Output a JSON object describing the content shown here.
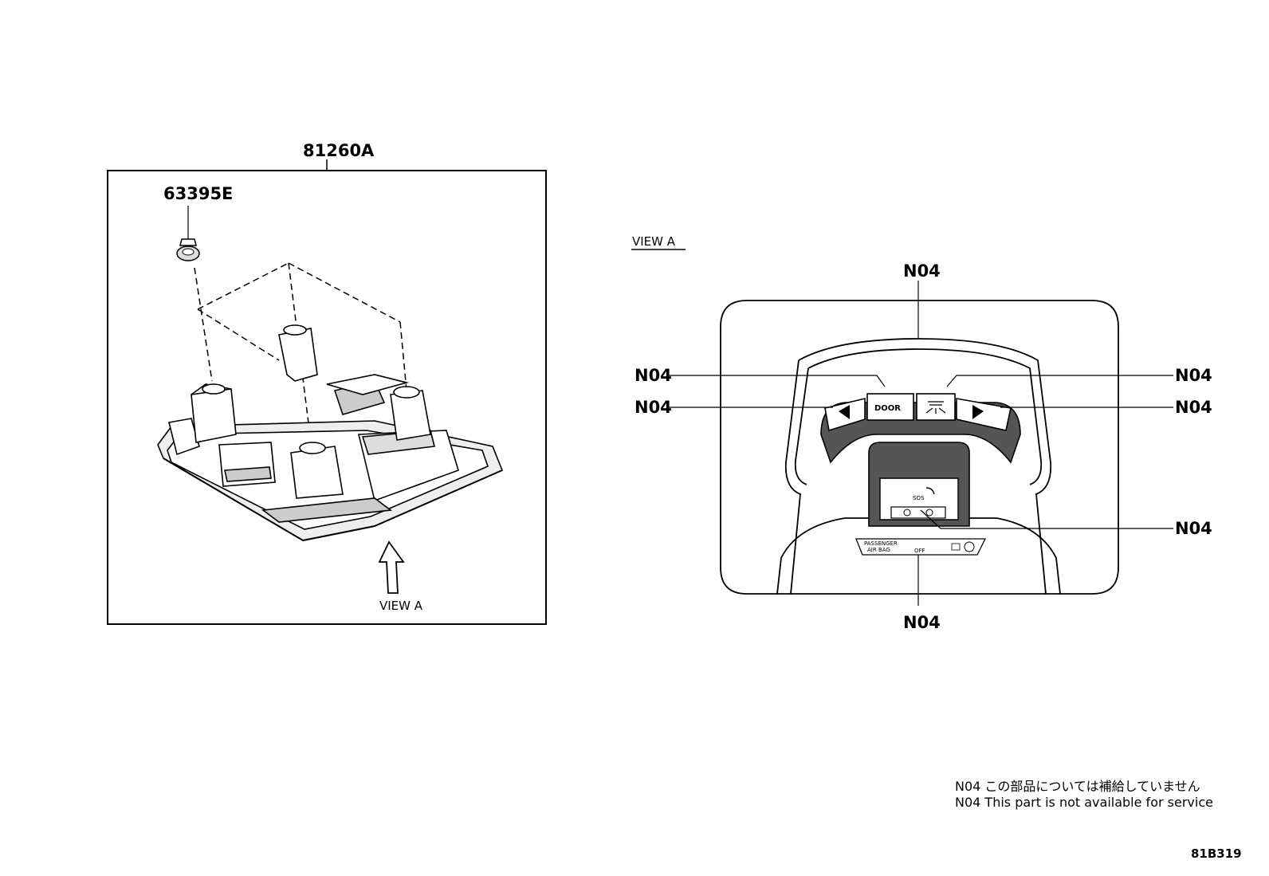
{
  "left_panel": {
    "assembly_part": "81260A",
    "clip_part": "63395E",
    "view_label": "VIEW A"
  },
  "right_panel": {
    "view_title": "VIEW A",
    "callouts": {
      "top": "N04",
      "left_upper": "N04",
      "left_lower": "N04",
      "right_upper": "N04",
      "right_lower": "N04",
      "right_sos": "N04",
      "bottom": "N04"
    },
    "buttons": {
      "door": "DOOR",
      "sos": "SOS",
      "passenger_line1": "PASSENGER",
      "passenger_line2": "AIR BAG",
      "off": "OFF"
    }
  },
  "footnote": {
    "line_jp": "N04 この部品については補給していません",
    "line_en": "N04 This part is not available for service"
  },
  "figure_code": "81B319"
}
